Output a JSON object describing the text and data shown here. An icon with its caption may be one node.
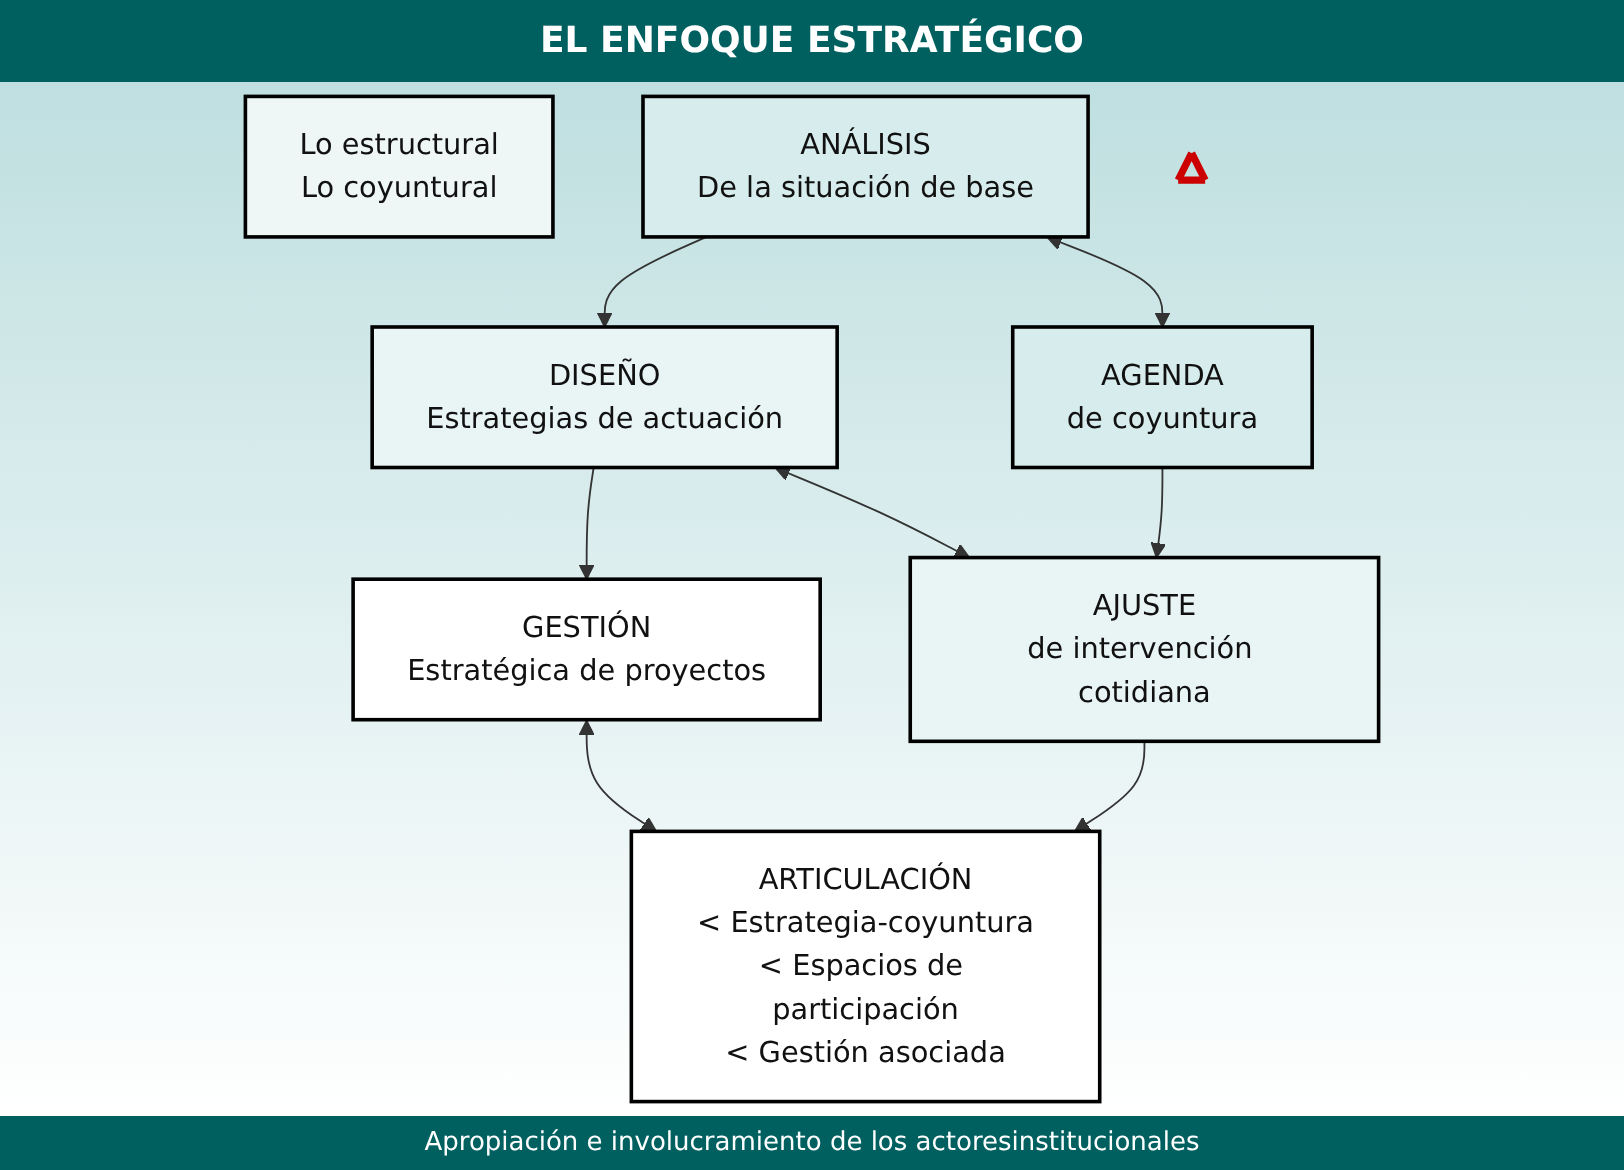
{
  "diagram": {
    "title": "EL ENFOQUE ESTRATÉGICO",
    "caption": "Apropiación e involucramiento de los actoresinstitucionales",
    "nodes": [
      {
        "text": [
          "Lo estructural",
          "Lo coyuntural"
        ]
      },
      {
        "text": [
          "ANÁLISIS",
          "De la situación de base"
        ]
      },
      {
        "text": [
          "AGENDA",
          "de coyuntura"
        ]
      },
      {
        "text": [
          "DISEÑO",
          "Estrategias de actuación"
        ]
      },
      {
        "text": [
          "AJUSTE",
          "de intervención cotidiana"
        ]
      },
      {
        "text": [
          "GESTIÓN",
          "Estratégica de proyectos"
        ]
      },
      {
        "text": [
          "ARTICULACIÓN",
          "< Estrategia-coyuntura",
          "< Espacios de participación",
          "< Gestión asociada"
        ]
      },
      {
        "text": [],
        "shape": "triangle"
      }
    ],
    "edges": [
      {
        "from": 1,
        "to": 2,
        "arrow": "both"
      },
      {
        "from": 3,
        "to": 4,
        "arrow": "both"
      },
      {
        "from": 5,
        "to": 6,
        "arrow": "both"
      },
      {
        "from": 1,
        "to": 3,
        "arrow": "to"
      },
      {
        "from": 3,
        "to": 5,
        "arrow": "to"
      },
      {
        "from": 2,
        "to": 4,
        "arrow": "to"
      },
      {
        "from": 4,
        "to": 6,
        "arrow": "to"
      }
    ]
  }
}
